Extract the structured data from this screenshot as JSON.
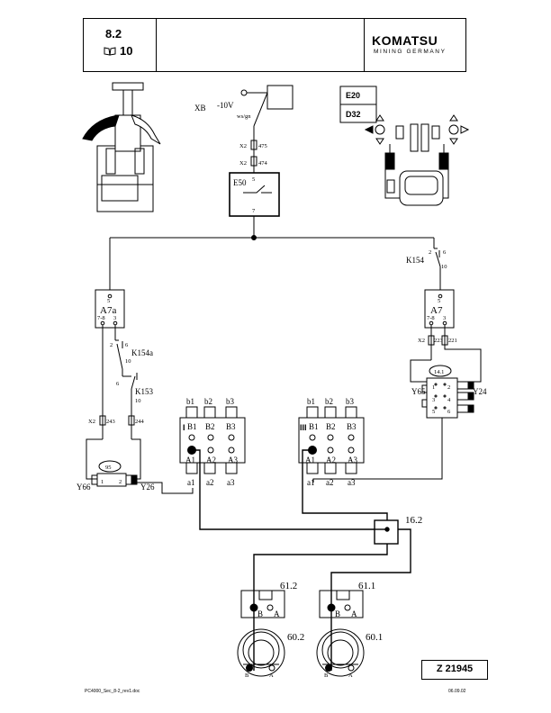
{
  "header": {
    "section": "8.2",
    "book_icon": "book-icon",
    "book_page": "10",
    "brand": "KOMATSU",
    "brand_sub": "MINING GERMANY"
  },
  "labels": {
    "xb": "XB",
    "minus10v": "-10V",
    "wsgn": "ws/gn",
    "x2_a": "X2",
    "x2_b": "X2",
    "n475": "475",
    "n474": "474",
    "e50": "E50",
    "e50_5": "5",
    "e50_7": "7",
    "e20": "E20",
    "d32": "D32",
    "k154": "K154",
    "k154_2": "2",
    "k154_6": "6",
    "k154_10": "10",
    "a7": "A7",
    "a7_5": "5",
    "a7_78": "7-8",
    "a7_3": "3",
    "a7_x2": "X2",
    "a7_223": "223",
    "a7_221": "221",
    "v141": "14.1",
    "y65": "Y65",
    "y24": "Y24",
    "a7a": "A7a",
    "a7a_5": "5",
    "a7a_78": "7-8",
    "a7a_3": "3",
    "k154a": "K154a",
    "k154a_2": "2",
    "k154a_6": "6",
    "k154a_10": "10",
    "k153": "K153",
    "k153_6": "6",
    "k153_10": "10",
    "x2_c": "X2",
    "n243": "243",
    "n244": "244",
    "v95": "95",
    "y66": "Y66",
    "y26": "Y26",
    "p95_1": "1",
    "p95_2": "2",
    "b1": "b1",
    "b2": "b2",
    "b3": "b3",
    "B1": "B1",
    "B2": "B2",
    "B3": "B3",
    "A1": "A1",
    "A2": "A2",
    "A3": "A3",
    "a1": "a1",
    "a2": "a2",
    "a3": "a3",
    "bank_I": "I",
    "bank_III": "III",
    "n162": "16.2",
    "n612": "61.2",
    "n611": "61.1",
    "n602": "60.2",
    "n601": "60.1",
    "B": "B",
    "A": "A",
    "v141_1": "1",
    "v141_2": "2",
    "v141_3": "3",
    "v141_4": "4",
    "v141_5": "5",
    "v141_6": "6"
  },
  "drawing_id": "Z 21945",
  "footer": {
    "file": "PC4000_Sec_8-2_rev1.doc",
    "date": "06.09.02"
  }
}
